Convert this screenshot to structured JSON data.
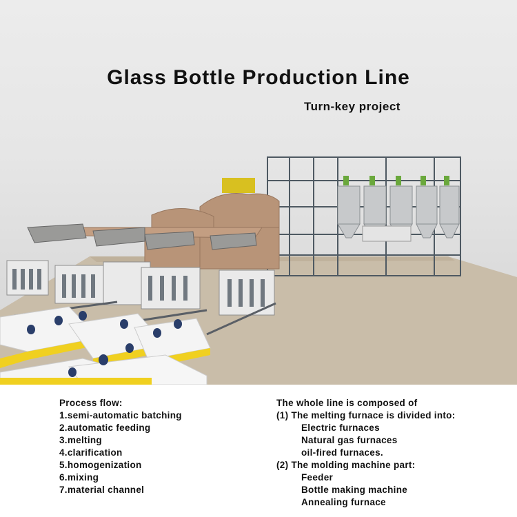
{
  "header": {
    "title": "Glass Bottle Production Line",
    "subtitle": "Turn-key project"
  },
  "process_flow": {
    "heading": "Process flow:",
    "steps": [
      "1.semi-automatic batching",
      "2.automatic feeding",
      "3.melting",
      "4.clarification",
      "5.homogenization",
      "6.mixing",
      "7.material channel"
    ]
  },
  "composition": {
    "heading": "The whole line is composed of",
    "part1": "(1) The melting furnace is divided into:",
    "furnaces": [
      "Electric furnaces",
      "Natural gas furnaces",
      "oil-fired furnaces."
    ],
    "part2": "(2) The molding machine part:",
    "molding": [
      "Feeder",
      "Bottle making machine",
      "Annealing furnace"
    ]
  },
  "colors": {
    "furnace": "#b89478",
    "floor": "#c8bcaa",
    "frame": "#5a6670",
    "lehr_yellow": "#f0d020",
    "motor_blue": "#2a3e6a"
  }
}
